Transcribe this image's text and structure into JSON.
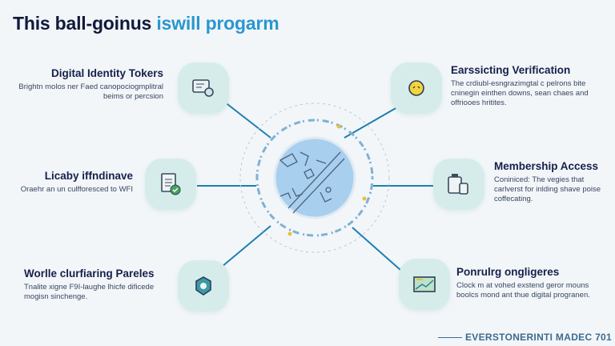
{
  "header": {
    "title_main": "This ball-goinus",
    "title_accent": "iswill progarm"
  },
  "colors": {
    "title": "#111a3a",
    "accent": "#2a97cf",
    "tile": "#d6eceb",
    "connector": "#1e7fb0",
    "map": "#a9cfee"
  },
  "features": [
    {
      "title": "Digital Identity Tokers",
      "description": "Brightn molos ner Faed canopociogmplitral beims or percsion",
      "icon": "id-card-icon"
    },
    {
      "title": "Licaby iffndinave",
      "description": "Oraehr an un culfforesced to WFI",
      "icon": "document-check-icon"
    },
    {
      "title": "Worlle clurfiaring Pareles",
      "description": "Tnalite xigne F9I-laughe lhicfe dificede mogisn sinchenge.",
      "icon": "shield-icon"
    },
    {
      "title": "Earssicting Verification",
      "description": "The crdiubl-esngrazimgtal c pelrons bite cninegin einthen downs, sean chaes and offriooes hritites.",
      "icon": "smiley-icon"
    },
    {
      "title": "Membership Access",
      "description": "Coniniced: The vegies that carlverst for inlding shave poise coffecating.",
      "icon": "devices-icon"
    },
    {
      "title": "Ponrulrg ongligeres",
      "description": "Clock m at vohed exstend geror mouns boolcs mond ant thue digital progranen.",
      "icon": "chart-icon"
    }
  ],
  "footer": {
    "text": "EVERSTONERINTI MADEC 701"
  }
}
